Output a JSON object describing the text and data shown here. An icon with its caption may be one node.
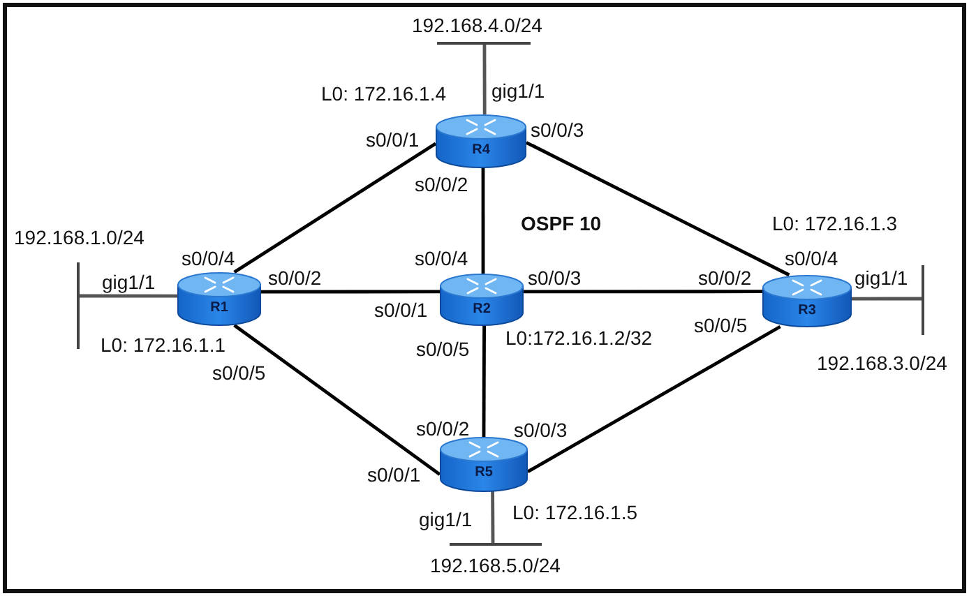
{
  "diagram": {
    "nodes": [
      {
        "text": [],
        "shape": "bar",
        "beside": [
          "192.168.4.0/24"
        ]
      },
      {
        "text": [
          "R4"
        ],
        "beside": [
          "L0: 172.16.1.4",
          "gig1/1",
          "s0/0/1",
          "s0/0/3",
          "s0/0/2"
        ]
      },
      {
        "text": [],
        "shape": "bar",
        "beside": [
          "192.168.1.0/24"
        ]
      },
      {
        "text": [
          "R1"
        ],
        "beside": [
          "s0/0/4",
          "gig1/1",
          "s0/0/2",
          "L0: 172.16.1.1",
          "s0/0/5"
        ]
      },
      {
        "text": [
          "R2"
        ],
        "beside": [
          "s0/0/4",
          "s0/0/3",
          "s0/0/1",
          "L0:172.16.1.2/32",
          "s0/0/5"
        ]
      },
      {
        "text": [
          "R3"
        ],
        "beside": [
          "L0: 172.16.1.3",
          "s0/0/4",
          "s0/0/2",
          "gig1/1",
          "s0/0/5"
        ]
      },
      {
        "text": [],
        "shape": "bar",
        "beside": [
          "192.168.3.0/24"
        ]
      },
      {
        "text": [
          "R5"
        ],
        "beside": [
          "s0/0/2",
          "s0/0/3",
          "s0/0/1",
          "L0: 172.16.1.5",
          "gig1/1"
        ]
      },
      {
        "text": [],
        "shape": "bar",
        "beside": [
          "192.168.5.0/24"
        ]
      }
    ],
    "edges": [
      {
        "from": 1,
        "to": 0,
        "arrow": "none",
        "color": "#555555"
      },
      {
        "from": 1,
        "to": 3,
        "arrow": "none"
      },
      {
        "from": 1,
        "to": 4,
        "arrow": "none"
      },
      {
        "from": 1,
        "to": 5,
        "arrow": "none"
      },
      {
        "from": 3,
        "to": 2,
        "arrow": "none",
        "color": "#555555"
      },
      {
        "from": 3,
        "to": 4,
        "arrow": "none"
      },
      {
        "from": 4,
        "to": 5,
        "arrow": "none"
      },
      {
        "from": 5,
        "to": 6,
        "arrow": "none",
        "color": "#555555"
      },
      {
        "from": 3,
        "to": 7,
        "arrow": "none"
      },
      {
        "from": 4,
        "to": 7,
        "arrow": "none"
      },
      {
        "from": 5,
        "to": 7,
        "arrow": "none"
      },
      {
        "from": 7,
        "to": 8,
        "arrow": "none",
        "color": "#555555"
      }
    ],
    "labels": [
      "OSPF 10"
    ]
  }
}
